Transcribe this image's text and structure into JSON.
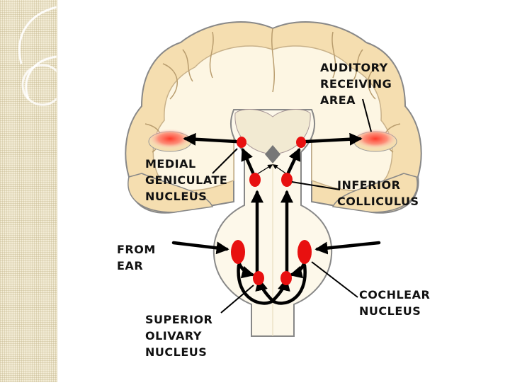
{
  "labels": {
    "auditory_receiving_area": [
      "AUDITORY",
      "RECEIVING",
      "AREA"
    ],
    "medial_geniculate_nucleus": [
      "MEDIAL",
      "GENICULATE",
      "NUCLEUS"
    ],
    "inferior_colliculus": [
      "INFERIOR",
      "COLLICULUS"
    ],
    "from_ear": [
      "FROM",
      "EAR"
    ],
    "cochlear_nucleus": [
      "COCHLEAR",
      "NUCLEUS"
    ],
    "superior_olivary_nucleus": [
      "SUPERIOR",
      "OLIVARY",
      "NUCLEUS"
    ]
  },
  "colors": {
    "background": "#ffffff",
    "side_strip": "#f3ecd6",
    "cortex": "#f5deb0",
    "white_matter": "#fdf6e3",
    "outline": "#777777",
    "nucleus": "#e81010",
    "receiving_area_glow": "#ff6a5a",
    "arrow": "#000000"
  }
}
